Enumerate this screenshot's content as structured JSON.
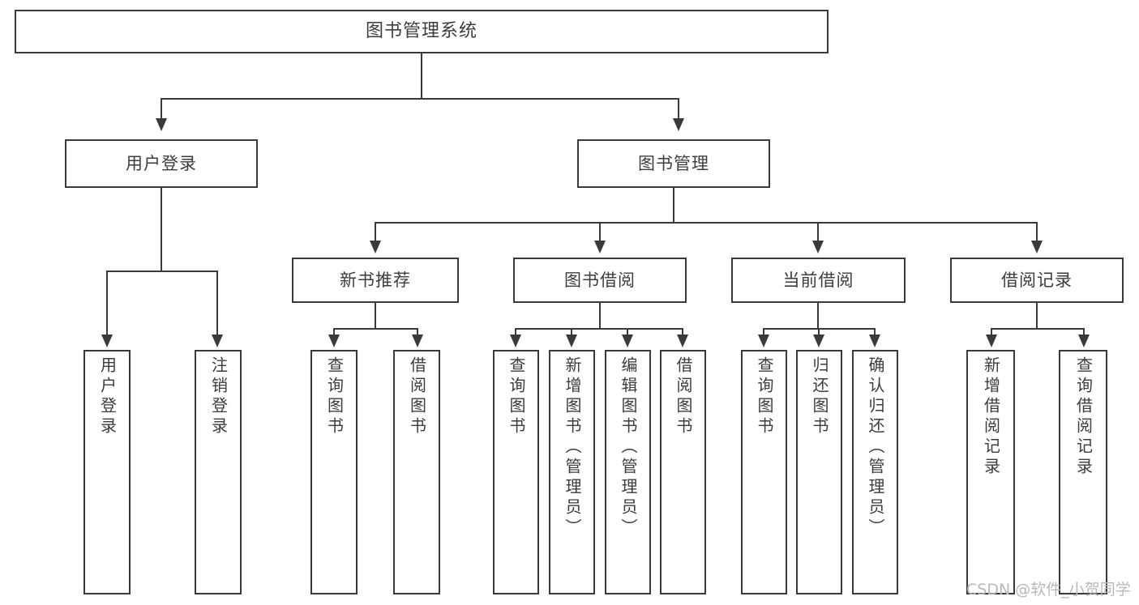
{
  "diagram": {
    "type": "tree-hierarchy",
    "title": "图书管理系统",
    "watermark": "CSDN @软件_小贺同学",
    "colors": {
      "stroke": "#3a3a3a",
      "text": "#3c3c3c",
      "background": "#ffffff",
      "watermark": "#b9b9b9"
    },
    "root": {
      "label": "图书管理系统"
    },
    "level2": [
      {
        "id": "user-login",
        "label": "用户登录"
      },
      {
        "id": "book-manage",
        "label": "图书管理"
      }
    ],
    "level3": [
      {
        "id": "new-book-recommend",
        "label": "新书推荐",
        "parent": "book-manage"
      },
      {
        "id": "book-borrow",
        "label": "图书借阅",
        "parent": "book-manage"
      },
      {
        "id": "current-borrow",
        "label": "当前借阅",
        "parent": "book-manage"
      },
      {
        "id": "borrow-record",
        "label": "借阅记录",
        "parent": "book-manage"
      }
    ],
    "leaves": [
      {
        "id": "leaf-user-login",
        "label": "用户登录",
        "parent": "user-login"
      },
      {
        "id": "leaf-logout",
        "label": "注销登录",
        "parent": "user-login"
      },
      {
        "id": "leaf-query-book-1",
        "label": "查询图书",
        "parent": "new-book-recommend"
      },
      {
        "id": "leaf-borrow-book-1",
        "label": "借阅图书",
        "parent": "new-book-recommend"
      },
      {
        "id": "leaf-query-book-2",
        "label": "查询图书",
        "parent": "book-borrow"
      },
      {
        "id": "leaf-add-book",
        "label": "新增图书（管理员）",
        "parent": "book-borrow"
      },
      {
        "id": "leaf-edit-book",
        "label": "编辑图书（管理员）",
        "parent": "book-borrow"
      },
      {
        "id": "leaf-borrow-book-2",
        "label": "借阅图书",
        "parent": "book-borrow"
      },
      {
        "id": "leaf-query-book-3",
        "label": "查询图书",
        "parent": "current-borrow"
      },
      {
        "id": "leaf-return-book",
        "label": "归还图书",
        "parent": "current-borrow"
      },
      {
        "id": "leaf-confirm-return",
        "label": "确认归还（管理员）",
        "parent": "current-borrow"
      },
      {
        "id": "leaf-add-record",
        "label": "新增借阅记录",
        "parent": "borrow-record"
      },
      {
        "id": "leaf-query-record",
        "label": "查询借阅记录",
        "parent": "borrow-record"
      }
    ]
  }
}
